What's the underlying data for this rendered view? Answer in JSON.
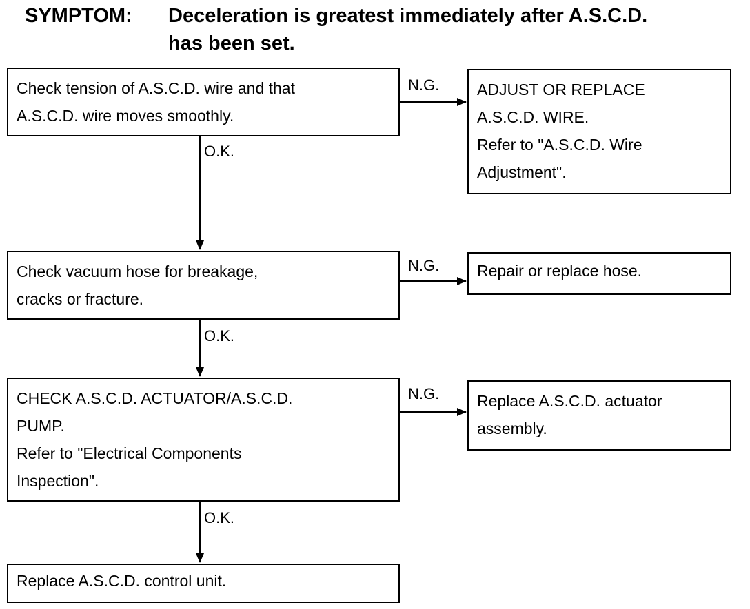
{
  "symptom": {
    "label": "SYMPTOM:",
    "line1": "Deceleration is greatest immediately after A.S.C.D.",
    "line2": "has been set."
  },
  "steps": [
    {
      "check": [
        "Check tension of A.S.C.D. wire and that",
        "A.S.C.D. wire moves smoothly."
      ],
      "ng_label": "N.G.",
      "remedy": [
        "ADJUST OR REPLACE",
        "A.S.C.D. WIRE.",
        "Refer to \"A.S.C.D. Wire",
        "Adjustment\"."
      ],
      "ok_label": "O.K."
    },
    {
      "check": [
        "Check vacuum hose for breakage,",
        "cracks or fracture."
      ],
      "ng_label": "N.G.",
      "remedy": [
        "Repair or replace hose."
      ],
      "ok_label": "O.K."
    },
    {
      "check": [
        "CHECK A.S.C.D. ACTUATOR/A.S.C.D.",
        "PUMP.",
        "Refer to \"Electrical Components",
        "Inspection\"."
      ],
      "ng_label": "N.G.",
      "remedy": [
        "Replace A.S.C.D. actuator",
        "assembly."
      ],
      "ok_label": "O.K."
    }
  ],
  "final_step": [
    "Replace A.S.C.D. control unit."
  ]
}
